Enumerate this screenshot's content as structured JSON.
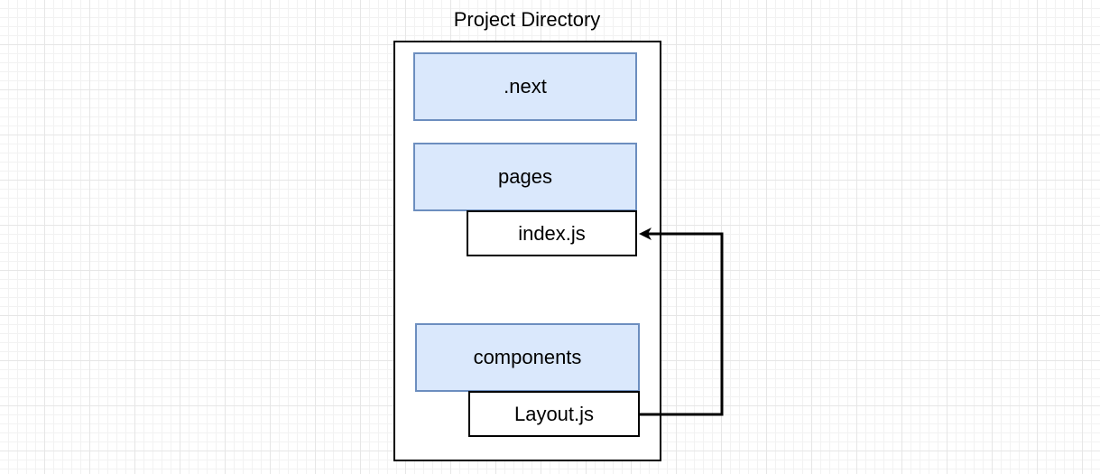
{
  "diagram": {
    "title": "Project Directory",
    "colors": {
      "folder_fill": "#dae8fc",
      "folder_stroke": "#6c8ebf",
      "file_fill": "#ffffff",
      "file_stroke": "#000000",
      "connector": "#000000"
    },
    "folders": [
      {
        "label": ".next"
      },
      {
        "label": "pages"
      },
      {
        "label": "components"
      }
    ],
    "files": [
      {
        "label": "index.js"
      },
      {
        "label": "Layout.js"
      }
    ],
    "edges": [
      {
        "from": "Layout.js",
        "to": "index.js"
      }
    ]
  }
}
